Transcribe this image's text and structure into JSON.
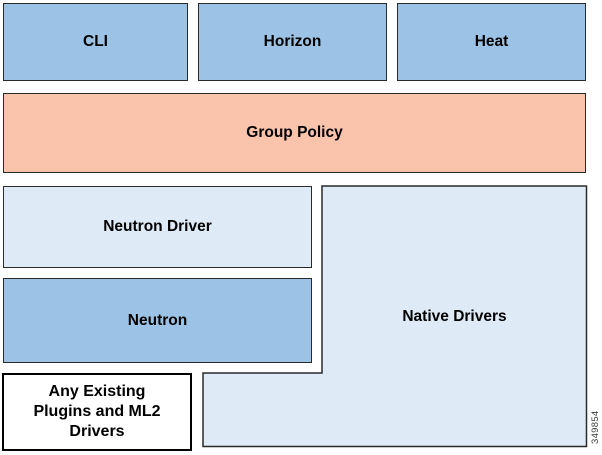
{
  "figure_number": "349854",
  "colors": {
    "box_blue": "#9CC3E5",
    "box_salmon": "#F9C3AC",
    "box_light_blue": "#DEEAF6",
    "border_dark": "#2A2A2A"
  },
  "boxes": {
    "cli": {
      "label": "CLI"
    },
    "horizon": {
      "label": "Horizon"
    },
    "heat": {
      "label": "Heat"
    },
    "group_policy": {
      "label": "Group Policy"
    },
    "neutron_driver": {
      "label": "Neutron Driver"
    },
    "neutron": {
      "label": "Neutron"
    },
    "native_drivers": {
      "label": "Native Drivers"
    },
    "existing_plugins": {
      "label": "Any Existing Plugins and ML2 Drivers",
      "lines": [
        "Any Existing",
        "Plugins and ML2",
        "Drivers"
      ]
    }
  }
}
